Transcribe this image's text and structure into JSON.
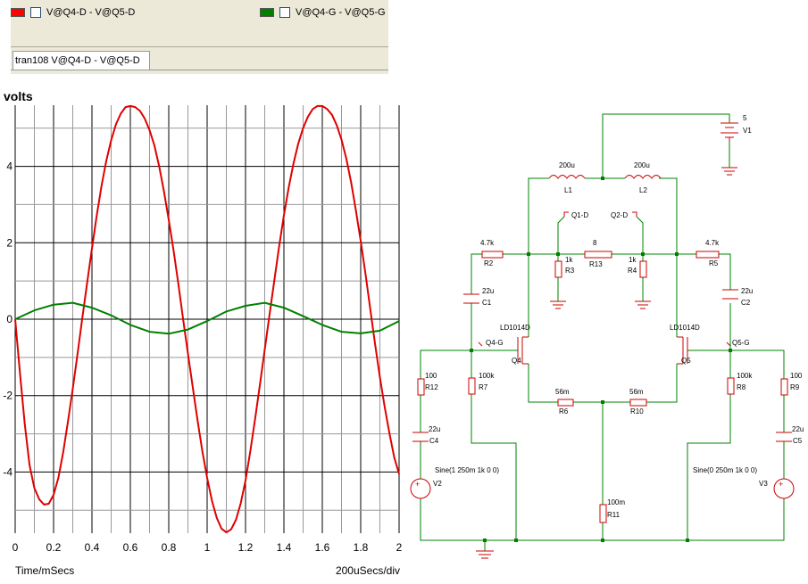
{
  "legend": {
    "items": [
      {
        "label": "V@Q4-D - V@Q5-D",
        "color": "#ff0000"
      },
      {
        "label": "V@Q4-G - V@Q5-G",
        "color": "#008000"
      }
    ]
  },
  "tab": {
    "label": "tran108 V@Q4-D - V@Q5-D"
  },
  "chart_data": {
    "type": "line",
    "ylabel": "volts",
    "xlabel": "Time/mSecs",
    "scale_label": "200uSecs/div",
    "xlim": [
      0,
      2
    ],
    "ylim": [
      -5.6,
      5.6
    ],
    "xticks": [
      "0",
      "0.2",
      "0.4",
      "0.6",
      "0.8",
      "1",
      "1.2",
      "1.4",
      "1.6",
      "1.8",
      "2"
    ],
    "yticks": [
      "4",
      "2",
      "0",
      "-2",
      "-4"
    ],
    "grid": true,
    "series": [
      {
        "name": "V@Q4-D - V@Q5-D",
        "color": "#e00000",
        "x": [
          0,
          0.025,
          0.05,
          0.075,
          0.1,
          0.125,
          0.15,
          0.175,
          0.2,
          0.225,
          0.25,
          0.275,
          0.3,
          0.325,
          0.35,
          0.375,
          0.4,
          0.425,
          0.45,
          0.475,
          0.5,
          0.525,
          0.55,
          0.575,
          0.6,
          0.625,
          0.65,
          0.675,
          0.7,
          0.725,
          0.75,
          0.775,
          0.8,
          0.825,
          0.85,
          0.875,
          0.9,
          0.925,
          0.95,
          0.975,
          1,
          1.025,
          1.05,
          1.075,
          1.1,
          1.125,
          1.15,
          1.175,
          1.2,
          1.225,
          1.25,
          1.275,
          1.3,
          1.325,
          1.35,
          1.375,
          1.4,
          1.425,
          1.45,
          1.475,
          1.5,
          1.525,
          1.55,
          1.575,
          1.6,
          1.625,
          1.65,
          1.675,
          1.7,
          1.725,
          1.75,
          1.775,
          1.8,
          1.825,
          1.85,
          1.875,
          1.9,
          1.925,
          1.95,
          1.975,
          2
        ],
        "y": [
          0,
          -1.42,
          -2.76,
          -3.82,
          -4.42,
          -4.71,
          -4.85,
          -4.83,
          -4.6,
          -4.15,
          -3.48,
          -2.68,
          -1.82,
          -0.9,
          0.05,
          0.95,
          1.85,
          2.72,
          3.5,
          4.15,
          4.68,
          5.1,
          5.38,
          5.55,
          5.58,
          5.55,
          5.45,
          5.25,
          4.95,
          4.55,
          4.0,
          3.35,
          2.6,
          1.8,
          0.92,
          0.0,
          -0.9,
          -1.78,
          -2.65,
          -3.45,
          -4.15,
          -4.75,
          -5.2,
          -5.48,
          -5.58,
          -5.5,
          -5.25,
          -4.82,
          -4.22,
          -3.45,
          -2.6,
          -1.72,
          -0.8,
          0.12,
          1.02,
          1.9,
          2.72,
          3.45,
          4.08,
          4.6,
          5.0,
          5.3,
          5.5,
          5.58,
          5.58,
          5.5,
          5.35,
          5.08,
          4.7,
          4.2,
          3.58,
          2.85,
          2.05,
          1.18,
          0.25,
          -0.65,
          -1.52,
          -2.3,
          -3.0,
          -3.62,
          -4.05
        ]
      },
      {
        "name": "V@Q4-G - V@Q5-G",
        "color": "#008000",
        "x": [
          0,
          0.1,
          0.2,
          0.3,
          0.4,
          0.5,
          0.6,
          0.7,
          0.8,
          0.9,
          1,
          1.1,
          1.2,
          1.3,
          1.4,
          1.5,
          1.6,
          1.7,
          1.8,
          1.9,
          2
        ],
        "y": [
          0,
          0.23,
          0.38,
          0.43,
          0.3,
          0.1,
          -0.15,
          -0.33,
          -0.38,
          -0.27,
          -0.05,
          0.2,
          0.35,
          0.43,
          0.3,
          0.08,
          -0.15,
          -0.33,
          -0.37,
          -0.3,
          -0.05
        ]
      }
    ]
  },
  "schematic": {
    "labels": {
      "v1_value": "5",
      "v1_name": "V1",
      "l1_value": "200u",
      "l1_name": "L1",
      "l2_value": "200u",
      "l2_name": "L2",
      "q1d": "Q1-D",
      "q2d": "Q2-D",
      "r13_value": "8",
      "r13_name": "R13",
      "r2_value": "4.7k",
      "r2_name": "R2",
      "r5_value": "4.7k",
      "r5_name": "R5",
      "r3_value": "1k",
      "r3_name": "R3",
      "r4_value": "1k",
      "r4_name": "R4",
      "c1_value": "22u",
      "c1_name": "C1",
      "c2_value": "22u",
      "c2_name": "C2",
      "q4_model": "LD1014D",
      "q4_name": "Q4",
      "q4g": "Q4-G",
      "q5_model": "LD1014D",
      "q5_name": "Q5",
      "q5g": "Q5-G",
      "r12_value": "100",
      "r12_name": "R12",
      "r7_value": "100k",
      "r7_name": "R7",
      "r8_value": "100k",
      "r8_name": "R8",
      "r9_value": "100",
      "r9_name": "R9",
      "r6_value": "56m",
      "r6_name": "R6",
      "r10_value": "56m",
      "r10_name": "R10",
      "c4_value": "22u",
      "c4_name": "C4",
      "c5_value": "22u",
      "c5_name": "C5",
      "v2_value": "Sine(1 250m 1k 0 0)",
      "v2_name": "V2",
      "v3_value": "Sine(0 250m 1k 0 0)",
      "v3_name": "V3",
      "r11_value": "100m",
      "r11_name": "R11"
    }
  }
}
